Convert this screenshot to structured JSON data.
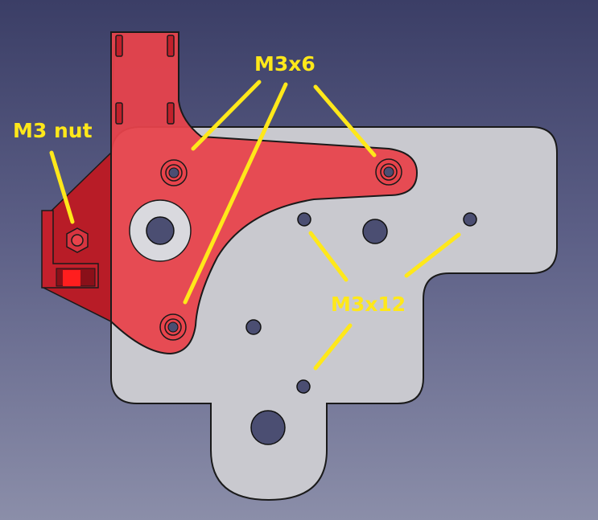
{
  "labels": {
    "m3x6": "M3x6",
    "m3_nut": "M3 nut",
    "m3x12": "M3x12"
  },
  "colors": {
    "background_top": "#3b3e66",
    "background_bottom": "#8b8ea9",
    "plate_fill": "#c9c9cf",
    "bracket_fill": "#e8434b",
    "bracket_dark": "#b81c27",
    "annotation": "#ffe81a",
    "outline": "#1a1a1a"
  }
}
